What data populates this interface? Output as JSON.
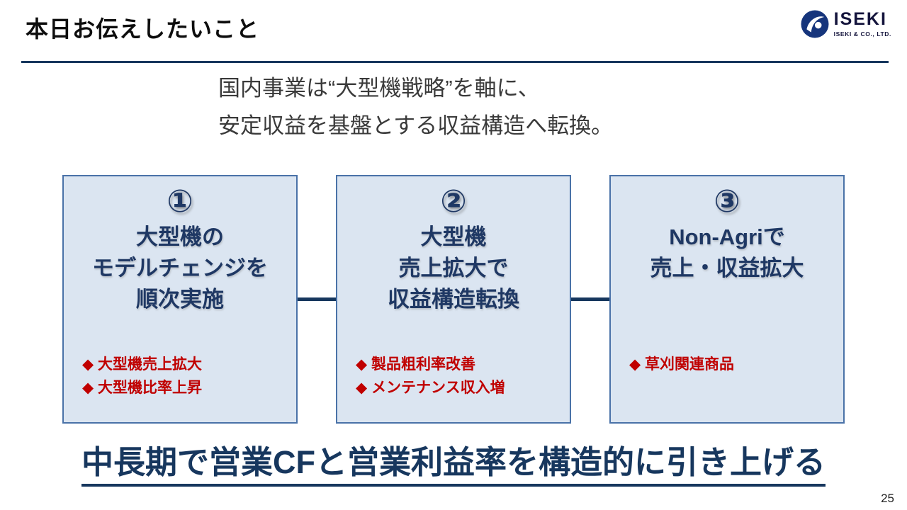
{
  "header": {
    "title": "本日お伝えしたいこと",
    "logo": {
      "brand": "ISEKI",
      "company": "ISEKI & CO., LTD."
    }
  },
  "lead": {
    "line1": "国内事業は“大型機戦略”を軸に、",
    "line2": "安定収益を基盤とする収益構造へ転換。"
  },
  "boxes": [
    {
      "number": "①",
      "title_lines": [
        "大型機の",
        "モデルチェンジを",
        "順次実施"
      ],
      "bullets": [
        "◆ 大型機売上拡大",
        "◆ 大型機比率上昇"
      ]
    },
    {
      "number": "②",
      "title_lines": [
        "大型機",
        "売上拡大で",
        "収益構造転換"
      ],
      "bullets": [
        "◆ 製品粗利率改善",
        "◆ メンテナンス収入増"
      ]
    },
    {
      "number": "③",
      "title_lines": [
        "Non-Agriで",
        "売上・収益拡大"
      ],
      "bullets": [
        "◆ 草刈関連商品"
      ]
    }
  ],
  "footer": {
    "statement": "中長期で営業CFと営業利益率を構造的に引き上げる",
    "page_number": "25"
  },
  "colors": {
    "navy": "#17375e",
    "box_title_navy": "#1f3864",
    "box_fill": "#dbe5f1",
    "box_border": "#4a72a8",
    "bullet_red": "#c00000"
  }
}
